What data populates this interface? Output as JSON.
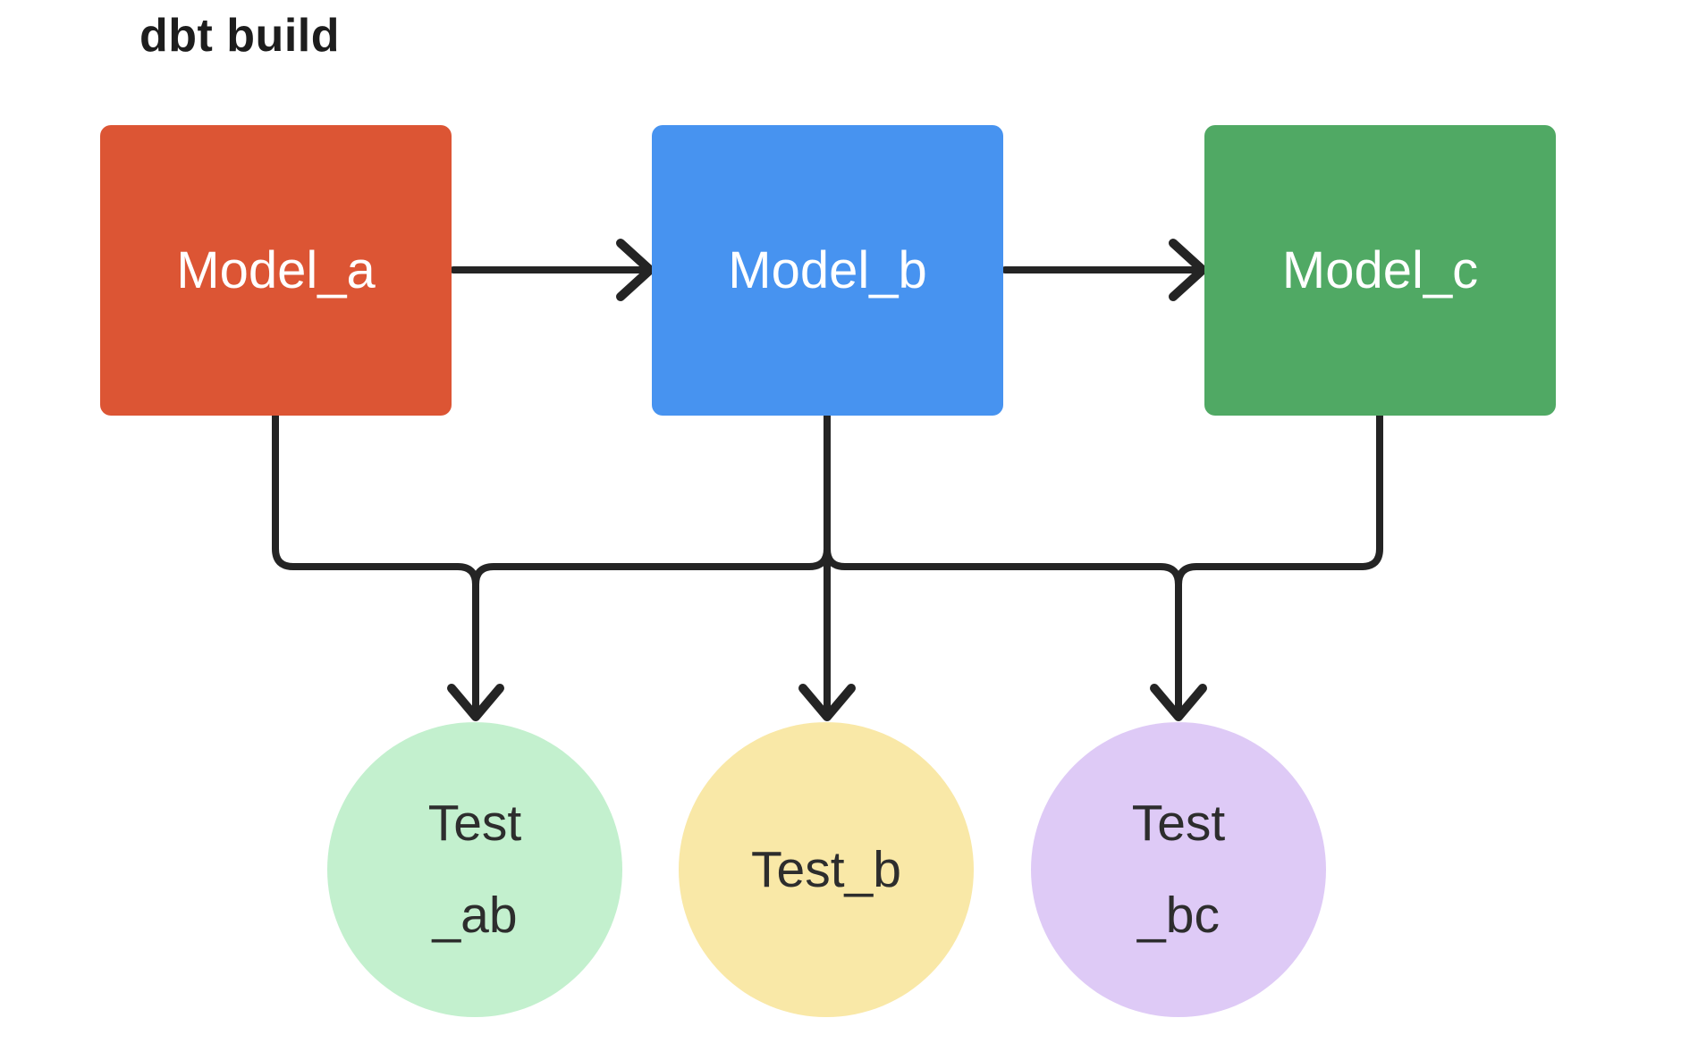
{
  "title": "dbt build",
  "colors": {
    "background": "#ffffff",
    "connector": "#242424",
    "title_text": "#1d1d1d",
    "model_text": "#ffffff",
    "test_text": "#2d2d2d",
    "model_a": "#dc5534",
    "model_b": "#4793f0",
    "model_c": "#50a964",
    "test_ab": "#c3f0ce",
    "test_b": "#f9e8a7",
    "test_bc": "#decaf6"
  },
  "models": [
    {
      "id": "model_a",
      "label": "Model_a"
    },
    {
      "id": "model_b",
      "label": "Model_b"
    },
    {
      "id": "model_c",
      "label": "Model_c"
    }
  ],
  "tests": [
    {
      "id": "test_ab",
      "lines": [
        "Test",
        "_ab"
      ]
    },
    {
      "id": "test_b",
      "lines": [
        "Test_b"
      ]
    },
    {
      "id": "test_bc",
      "lines": [
        "Test",
        "_bc"
      ]
    }
  ],
  "edges": [
    {
      "from": "model_a",
      "to": "model_b"
    },
    {
      "from": "model_b",
      "to": "model_c"
    },
    {
      "from": "model_a",
      "to": "test_ab"
    },
    {
      "from": "model_b",
      "to": "test_ab"
    },
    {
      "from": "model_b",
      "to": "test_b"
    },
    {
      "from": "model_b",
      "to": "test_bc"
    },
    {
      "from": "model_c",
      "to": "test_bc"
    }
  ]
}
